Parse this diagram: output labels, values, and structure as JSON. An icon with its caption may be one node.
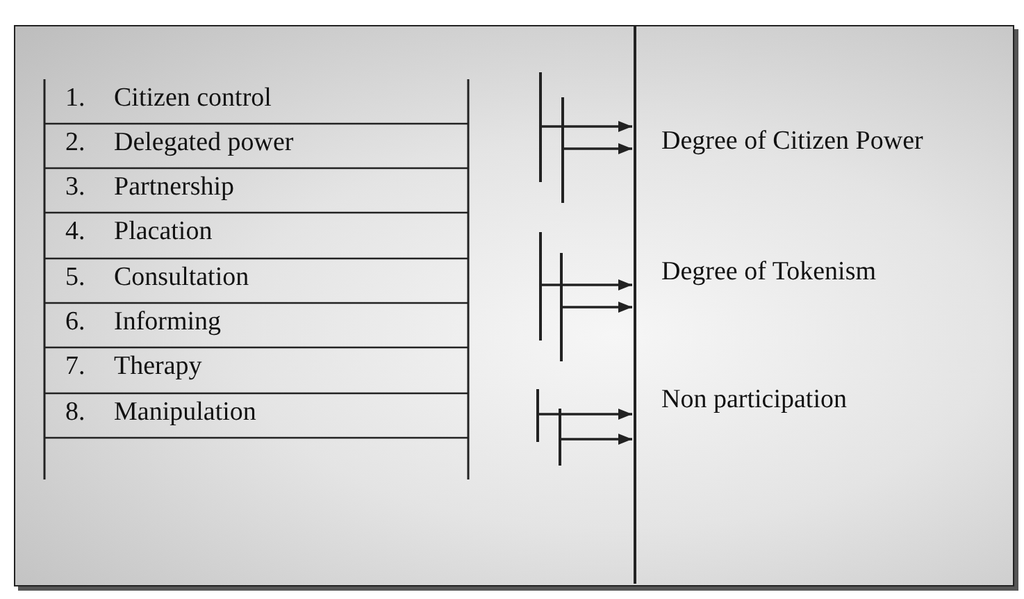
{
  "diagram": {
    "nodes": [
      {
        "text": [
          "1.",
          "Citizen control"
        ]
      },
      {
        "text": [
          "2.",
          "Delegated power"
        ]
      },
      {
        "text": [
          "3.",
          "Partnership"
        ]
      },
      {
        "text": [
          "4.",
          "Placation"
        ]
      },
      {
        "text": [
          "5.",
          "Consultation"
        ]
      },
      {
        "text": [
          "6.",
          "Informing"
        ]
      },
      {
        "text": [
          "7.",
          "Therapy"
        ]
      },
      {
        "text": [
          "8.",
          "Manipulation"
        ]
      },
      {
        "text": [
          "Degree of Citizen Power"
        ]
      },
      {
        "text": [
          "Degree of Tokenism"
        ]
      },
      {
        "text": [
          "Non participation"
        ]
      }
    ],
    "edges": [
      {
        "from": null,
        "to": 8,
        "arrow": "to"
      },
      {
        "from": null,
        "to": 8,
        "arrow": "to"
      },
      {
        "from": null,
        "to": 9,
        "arrow": "to"
      },
      {
        "from": null,
        "to": 9,
        "arrow": "to"
      },
      {
        "from": null,
        "to": 10,
        "arrow": "to"
      },
      {
        "from": null,
        "to": 10,
        "arrow": "to"
      }
    ]
  }
}
